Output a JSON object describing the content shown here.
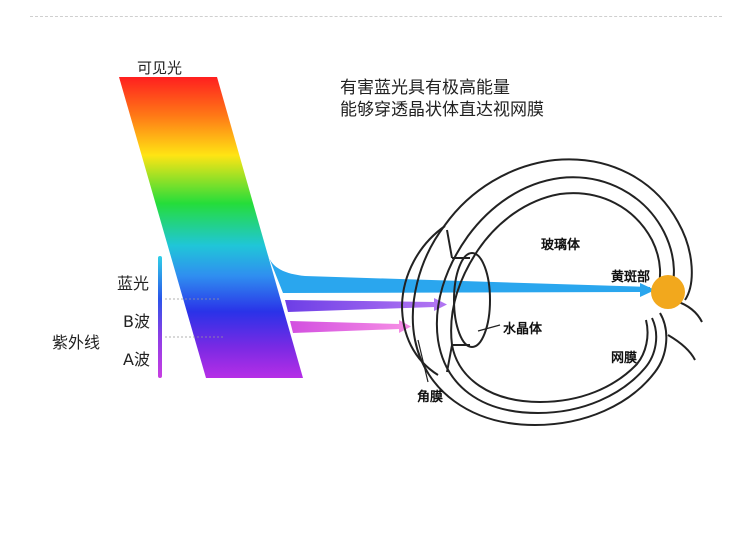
{
  "labels": {
    "visible_light": "可见光",
    "blue_light": "蓝光",
    "b_wave": "B波",
    "a_wave": "A波",
    "ultraviolet": "紫外线",
    "vitreous": "玻璃体",
    "macula": "黄斑部",
    "lens": "水晶体",
    "retina": "网膜",
    "cornea": "角膜"
  },
  "description": {
    "line1": "有害蓝光具有极高能量",
    "line2": "能够穿透晶状体直达视网膜"
  },
  "colors": {
    "blue_beam": "#2aa6ee",
    "b_wave_beam": "#9b5bf0",
    "a_wave_beam": "#ee6fe0",
    "macula": "#f2a81d",
    "eye_outline": "#222222",
    "dashed_separator": "#cfcfcf"
  }
}
